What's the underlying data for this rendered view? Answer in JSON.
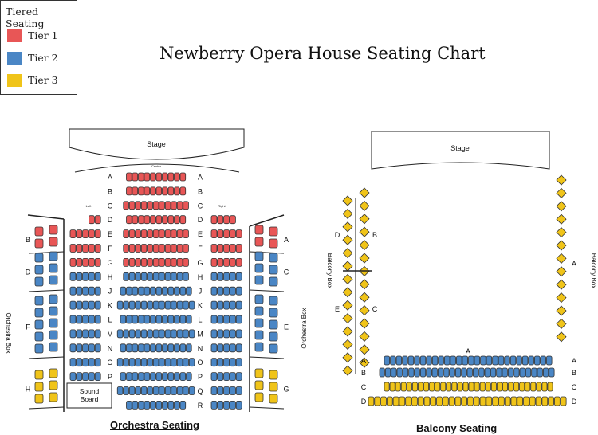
{
  "title": "Newberry Opera House Seating Chart",
  "legend": {
    "title": "Tiered Seating",
    "items": [
      {
        "label": "Tier 1",
        "color": "#e85656"
      },
      {
        "label": "Tier 2",
        "color": "#4a86c5"
      },
      {
        "label": "Tier 3",
        "color": "#f0c419"
      }
    ]
  },
  "orchestra": {
    "section_title": "Orchestra Seating",
    "stage_label": "Stage",
    "center_label": "Center",
    "left_label": "Left",
    "right_label": "Right",
    "box_label": "Orchestra Box",
    "sound_board": [
      "Sound",
      "Board"
    ],
    "center_rows": [
      {
        "row": "A",
        "tier": 1,
        "count": 10
      },
      {
        "row": "B",
        "tier": 1,
        "count": 10
      },
      {
        "row": "C",
        "tier": 1,
        "count": 11
      },
      {
        "row": "D",
        "tier": 1,
        "count": 10
      },
      {
        "row": "E",
        "tier": 1,
        "count": 11
      },
      {
        "row": "F",
        "tier": 1,
        "count": 11
      },
      {
        "row": "G",
        "tier": 1,
        "count": 11
      },
      {
        "row": "H",
        "tier": 2,
        "count": 11
      },
      {
        "row": "J",
        "tier": 2,
        "count": 12
      },
      {
        "row": "K",
        "tier": 2,
        "count": 13
      },
      {
        "row": "L",
        "tier": 2,
        "count": 12
      },
      {
        "row": "M",
        "tier": 2,
        "count": 13
      },
      {
        "row": "N",
        "tier": 2,
        "count": 12
      },
      {
        "row": "O",
        "tier": 2,
        "count": 13
      },
      {
        "row": "P",
        "tier": 2,
        "count": 12
      },
      {
        "row": "Q",
        "tier": 2,
        "count": 13
      },
      {
        "row": "R",
        "tier": 2,
        "count": 10
      }
    ],
    "left_rows": [
      {
        "row": "D",
        "tier": 1,
        "count": 2
      },
      {
        "row": "E",
        "tier": 1,
        "count": 5
      },
      {
        "row": "F",
        "tier": 1,
        "count": 5
      },
      {
        "row": "G",
        "tier": 1,
        "count": 5
      },
      {
        "row": "H",
        "tier": 2,
        "count": 5
      },
      {
        "row": "J",
        "tier": 2,
        "count": 5
      },
      {
        "row": "K",
        "tier": 2,
        "count": 5
      },
      {
        "row": "L",
        "tier": 2,
        "count": 5
      },
      {
        "row": "M",
        "tier": 2,
        "count": 5
      },
      {
        "row": "N",
        "tier": 2,
        "count": 5
      },
      {
        "row": "O",
        "tier": 2,
        "count": 5
      },
      {
        "row": "P",
        "tier": 2,
        "count": 5
      }
    ],
    "right_rows": [
      {
        "row": "D",
        "tier": 1,
        "count": 4
      },
      {
        "row": "E",
        "tier": 1,
        "count": 5
      },
      {
        "row": "F",
        "tier": 1,
        "count": 5
      },
      {
        "row": "G",
        "tier": 1,
        "count": 5
      },
      {
        "row": "H",
        "tier": 2,
        "count": 5
      },
      {
        "row": "J",
        "tier": 2,
        "count": 5
      },
      {
        "row": "K",
        "tier": 2,
        "count": 5
      },
      {
        "row": "L",
        "tier": 2,
        "count": 5
      },
      {
        "row": "M",
        "tier": 2,
        "count": 5
      },
      {
        "row": "N",
        "tier": 2,
        "count": 5
      },
      {
        "row": "O",
        "tier": 2,
        "count": 5
      },
      {
        "row": "P",
        "tier": 2,
        "count": 5
      },
      {
        "row": "Q",
        "tier": 2,
        "count": 5
      },
      {
        "row": "R",
        "tier": 2,
        "count": 5
      }
    ],
    "left_boxes": [
      {
        "label": "B",
        "tier": 1,
        "seats": 4
      },
      {
        "label": "D",
        "tier": 2,
        "seats": 6
      },
      {
        "label": "F",
        "tier": 2,
        "seats": 10
      },
      {
        "label": "H",
        "tier": 3,
        "seats": 6
      }
    ],
    "right_boxes": [
      {
        "label": "A",
        "tier": 1,
        "seats": 4
      },
      {
        "label": "C",
        "tier": 2,
        "seats": 6
      },
      {
        "label": "E",
        "tier": 2,
        "seats": 10
      },
      {
        "label": "G",
        "tier": 3,
        "seats": 6
      }
    ]
  },
  "balcony": {
    "section_title": "Balcony Seating",
    "stage_label": "Stage",
    "box_label": "Balcony Box",
    "left_groups": [
      {
        "label": "B",
        "seats": 14
      },
      {
        "label": "D",
        "seats": 0
      },
      {
        "label": "C",
        "seats": 14
      },
      {
        "label": "E",
        "seats": 0
      }
    ],
    "left_labels": [
      "D",
      "B",
      "E",
      "C"
    ],
    "right_label": "A",
    "right_seats": 13,
    "rows": [
      {
        "row": "A",
        "tier": 2,
        "count": 28
      },
      {
        "row": "B",
        "tier": 2,
        "count": 30
      },
      {
        "row": "C",
        "tier": 3,
        "count": 30
      },
      {
        "row": "D",
        "tier": 3,
        "count": 32
      }
    ],
    "row_a_top_label": "A"
  }
}
